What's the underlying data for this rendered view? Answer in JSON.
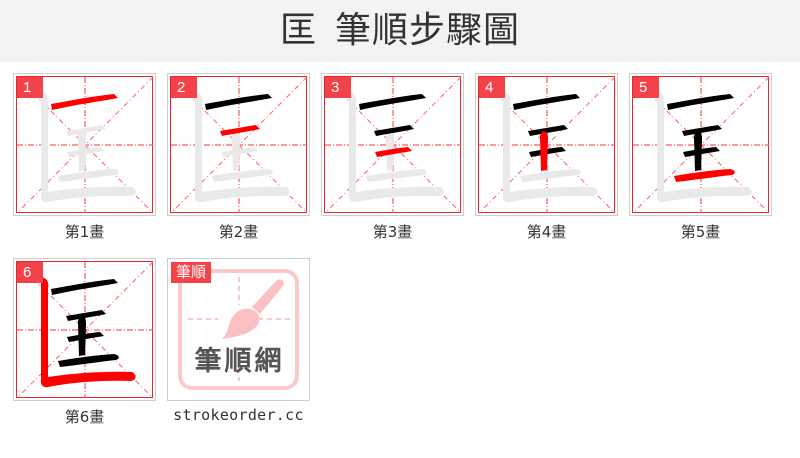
{
  "header": {
    "character": "匡",
    "title": "筆順步驟圖"
  },
  "colors": {
    "accent_red": "#f4424b",
    "grid_red": "#e8252b",
    "stroke_done": "#000000",
    "stroke_current": "#ff0000",
    "stroke_pending": "#e9e9e9"
  },
  "steps": [
    {
      "number": "1",
      "label": "第1畫"
    },
    {
      "number": "2",
      "label": "第2畫"
    },
    {
      "number": "3",
      "label": "第3畫"
    },
    {
      "number": "4",
      "label": "第4畫"
    },
    {
      "number": "5",
      "label": "第5畫"
    },
    {
      "number": "6",
      "label": "第6畫"
    }
  ],
  "logo": {
    "tag": "筆順",
    "name": "筆順網",
    "site": "strokeorder.cc"
  }
}
